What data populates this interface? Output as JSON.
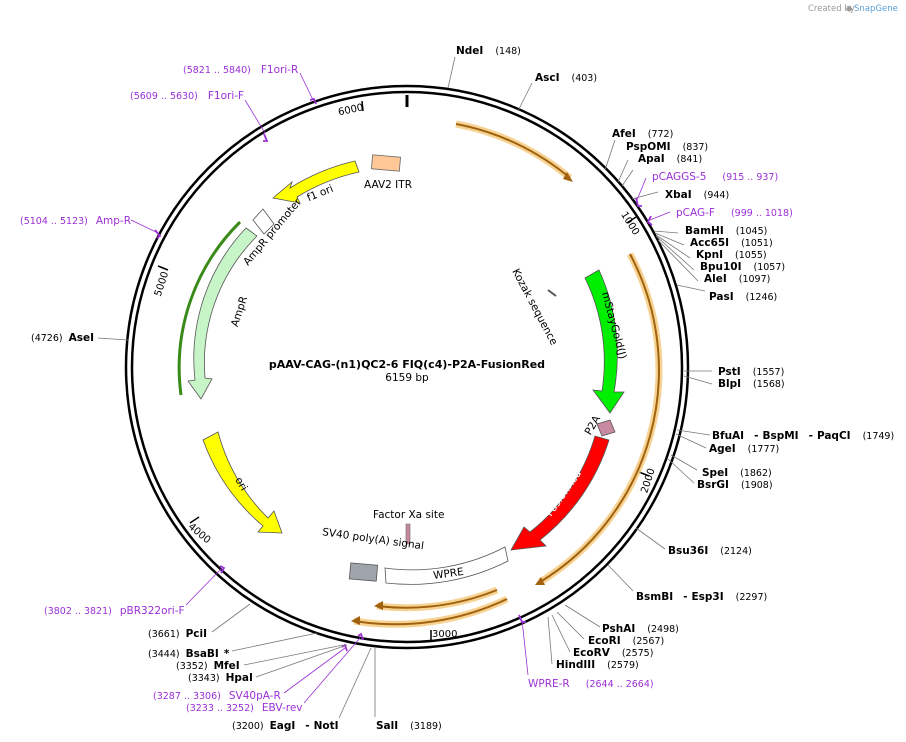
{
  "watermark": {
    "created_by": "Created by",
    "brand": "SnapGene"
  },
  "plasmid": {
    "name": "pAAV-CAG-(n1)QC2-6 FIQ(c4)-P2A-FusionRed",
    "size": "6159 bp"
  },
  "ticks": {
    "t1000": "1000",
    "t2000": "2000",
    "t3000": "3000",
    "t4000": "4000",
    "t5000": "5000",
    "t6000": "6000"
  },
  "enzymes": {
    "ndei": {
      "name": "NdeI",
      "pos": "(148)"
    },
    "asci": {
      "name": "AscI",
      "pos": "(403)"
    },
    "afei": {
      "name": "AfeI",
      "pos": "(772)"
    },
    "pspomi": {
      "name": "PspOMI",
      "pos": "(837)"
    },
    "apai": {
      "name": "ApaI",
      "pos": "(841)"
    },
    "xbai": {
      "name": "XbaI",
      "pos": "(944)"
    },
    "bamhi": {
      "name": "BamHI",
      "pos": "(1045)"
    },
    "acc65i": {
      "name": "Acc65I",
      "pos": "(1051)"
    },
    "kpni": {
      "name": "KpnI",
      "pos": "(1055)"
    },
    "bpu10i": {
      "name": "Bpu10I",
      "pos": "(1057)"
    },
    "alei": {
      "name": "AleI",
      "pos": "(1097)"
    },
    "pasi": {
      "name": "PasI",
      "pos": "(1246)"
    },
    "psti": {
      "name": "PstI",
      "pos": "(1557)"
    },
    "blpi": {
      "name": "BlpI",
      "pos": "(1568)"
    },
    "bfuai": {
      "name": "BfuAI",
      "sep1": "-",
      "name2": "BspMI",
      "sep2": "-",
      "name3": "PaqCI",
      "pos": "(1749)"
    },
    "agei": {
      "name": "AgeI",
      "pos": "(1777)"
    },
    "spei": {
      "name": "SpeI",
      "pos": "(1862)"
    },
    "bsrgi": {
      "name": "BsrGI",
      "pos": "(1908)"
    },
    "bsu36i": {
      "name": "Bsu36I",
      "pos": "(2124)"
    },
    "bsmbi": {
      "name": "BsmBI",
      "sep": "-",
      "name2": "Esp3I",
      "pos": "(2297)"
    },
    "pshai": {
      "name": "PshAI",
      "pos": "(2498)"
    },
    "ecori": {
      "name": "EcoRI",
      "pos": "(2567)"
    },
    "ecorv": {
      "name": "EcoRV",
      "pos": "(2575)"
    },
    "hindiii": {
      "name": "HindIII",
      "pos": "(2579)"
    },
    "sali": {
      "name": "SalI",
      "pos": "(3189)"
    },
    "eagi": {
      "name": "EagI",
      "sep": "-",
      "name2": "NotI",
      "pos": "(3200)"
    },
    "hpai": {
      "name": "HpaI",
      "pos": "(3343)"
    },
    "mfei": {
      "name": "MfeI",
      "pos": "(3352)"
    },
    "bsabi": {
      "name": "BsaBI",
      "star": "*",
      "pos": "(3444)"
    },
    "pcii": {
      "name": "PciI",
      "pos": "(3661)"
    },
    "asei": {
      "name": "AseI",
      "pos": "(4726)"
    }
  },
  "primers": {
    "f1orir": {
      "name": "F1ori-R",
      "pos": "(5821 .. 5840)"
    },
    "f1orif": {
      "name": "F1ori-F",
      "pos": "(5609 .. 5630)"
    },
    "ampr": {
      "name": "Amp-R",
      "pos": "(5104 .. 5123)"
    },
    "pcaggs5": {
      "name": "pCAGGS-5",
      "pos": "(915 .. 937)"
    },
    "pcagf": {
      "name": "pCAG-F",
      "pos": "(999 .. 1018)"
    },
    "wprer": {
      "name": "WPRE-R",
      "pos": "(2644 .. 2664)"
    },
    "sv40par": {
      "name": "SV40pA-R",
      "pos": "(3287 .. 3306)"
    },
    "ebvrev": {
      "name": "EBV-rev",
      "pos": "(3233 .. 3252)"
    },
    "pbr322": {
      "name": "pBR322ori-F",
      "pos": "(3802 .. 3821)"
    }
  },
  "features": {
    "f1ori": "f1 ori",
    "aav2itr": "AAV2 ITR",
    "amprpromoter": "AmpR promoter",
    "ampr": "AmpR",
    "ori": "ori",
    "kozak": "Kozak sequence",
    "mstaygold": "mStayGold(J)",
    "p2a": "P2A",
    "fusionred": "FusionRed",
    "factorxa": "Factor Xa site",
    "sv40polya": "SV40 poly(A) signal",
    "wpre": "WPRE"
  },
  "colors": {
    "ampr": "#c8f5c8",
    "f1ori": "#ffff00",
    "ori": "#ffff00",
    "mstaygold": "#00ee00",
    "fusionred": "#ff0000",
    "itr": "#ffc896",
    "orf_arc": "#c07a1a",
    "primer": "#9b30d6"
  }
}
